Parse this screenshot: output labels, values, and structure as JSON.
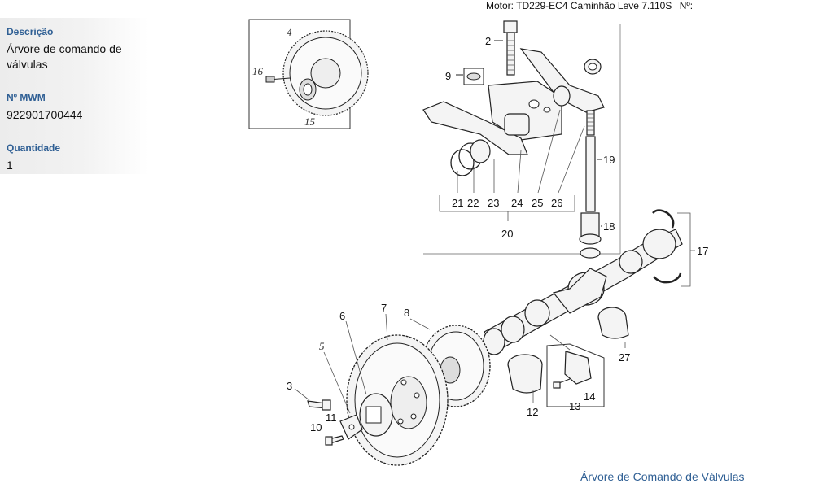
{
  "info": {
    "description_label": "Descrição",
    "description_value": "Árvore de comando de válvulas",
    "mwm_label": "Nº MWM",
    "mwm_value": "922901700444",
    "quantity_label": "Quantidade",
    "quantity_value": "1"
  },
  "header": {
    "motor": "Motor: TD229-EC4 Caminhão Leve 7.110S",
    "number_label": "Nº:"
  },
  "caption": "Árvore de Comando de Válvulas",
  "callouts": {
    "p2": "2",
    "p9": "9",
    "p19": "19",
    "p18": "18",
    "p21": "21",
    "p22": "22",
    "p23": "23",
    "p24": "24",
    "p25": "25",
    "p26": "26",
    "p20": "20",
    "p17": "17",
    "p27": "27",
    "p6": "6",
    "p7": "7",
    "p8": "8",
    "p5": "5",
    "p3": "3",
    "p10": "10",
    "p11": "11",
    "p12": "12",
    "p13": "13",
    "p14": "14",
    "p4": "4",
    "p16": "16",
    "p15": "15"
  }
}
